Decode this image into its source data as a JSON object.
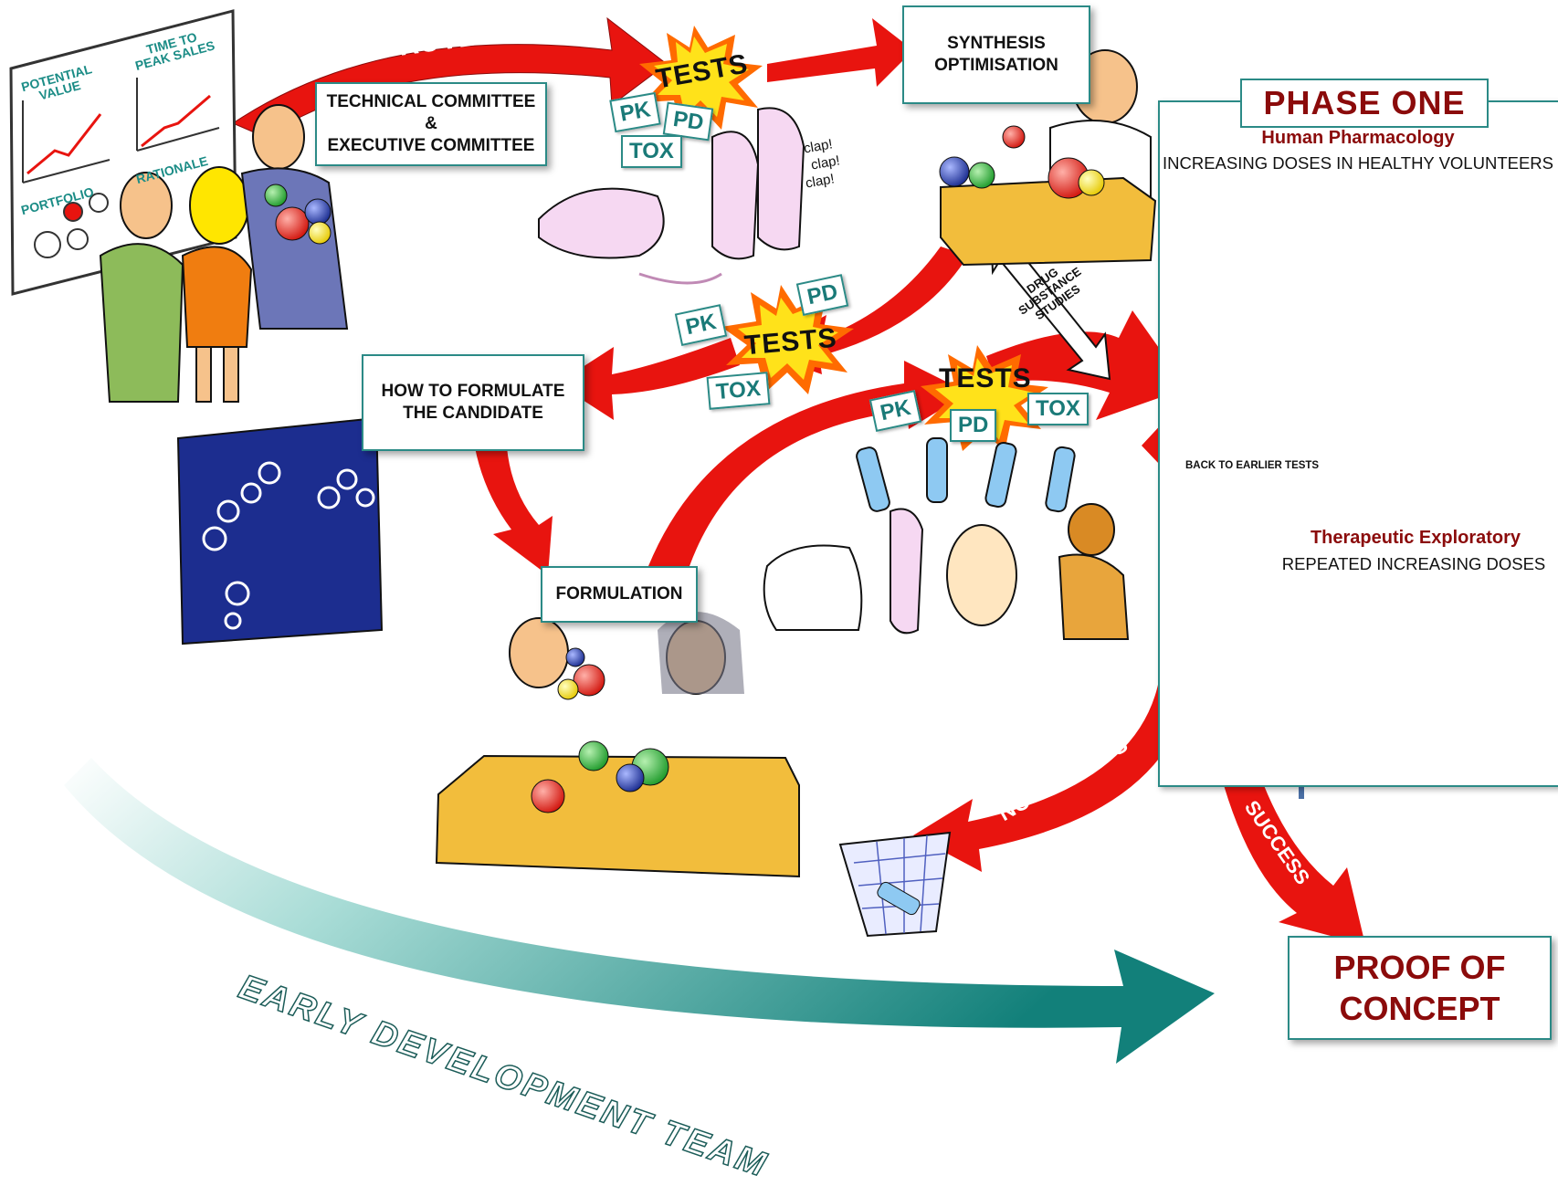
{
  "boxes": {
    "committee": "TECHNICAL COMMITTEE\n&\nEXECUTIVE COMMITTEE",
    "synthesis": "SYNTHESIS\nOPTIMISATION",
    "how_to_formulate": "HOW TO FORMULATE\nTHE CANDIDATE",
    "formulation": "FORMULATION",
    "proof_of_concept": "PROOF OF\nCONCEPT"
  },
  "arrows": {
    "approves": "APPROVES",
    "drug_substance_studies": "DRUG\nSUBSTANCE\nSTUDIES",
    "no_success_back": "NO SUCCESS",
    "back_to_earlier_tests": "BACK TO EARLIER TESTS",
    "success_1": "SUCCESS",
    "no_success_bottom": "NO SUCCESS",
    "success_2": "SUCCESS",
    "early_development_team": "EARLY DEVELOPMENT TEAM"
  },
  "tests": {
    "burst_label": "TESTS",
    "pk": "PK",
    "pd": "PD",
    "tox": "TOX",
    "clap": [
      "clap!",
      "clap!",
      "clap!"
    ]
  },
  "board": {
    "potential_value": "POTENTIAL\nVALUE",
    "time_to_peak_sales": "TIME TO\nPEAK SALES",
    "portfolio": "PORTFOLIO",
    "rationale": "RATIONALE"
  },
  "phase_one": {
    "title": "PHASE ONE",
    "subtitle1": "Human Pharmacology",
    "line1": "INCREASING DOSES IN HEALTHY VOLUNTEERS",
    "subtitle2": "Therapeutic Exploratory",
    "line2": "REPEATED INCREASING DOSES"
  },
  "colors": {
    "red": "#e8140f",
    "dark_red": "#8b0b0b",
    "teal": "#1b8c86",
    "box_border": "#2b8a86",
    "yellow_burst": "#ffe21a",
    "orange_burst": "#ff6b00",
    "table": "#f2bd3c"
  }
}
